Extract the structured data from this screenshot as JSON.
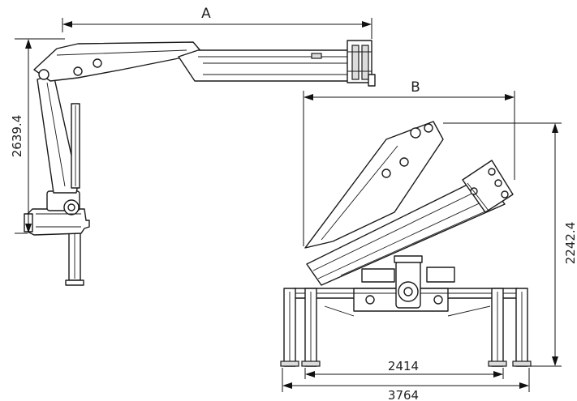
{
  "dimensions": {
    "reach_label": "A",
    "folded_width_label": "B",
    "height_extended": "2639.4",
    "height_folded": "2242.4",
    "stabilizer_inner": "2414",
    "stabilizer_outer": "3764"
  }
}
